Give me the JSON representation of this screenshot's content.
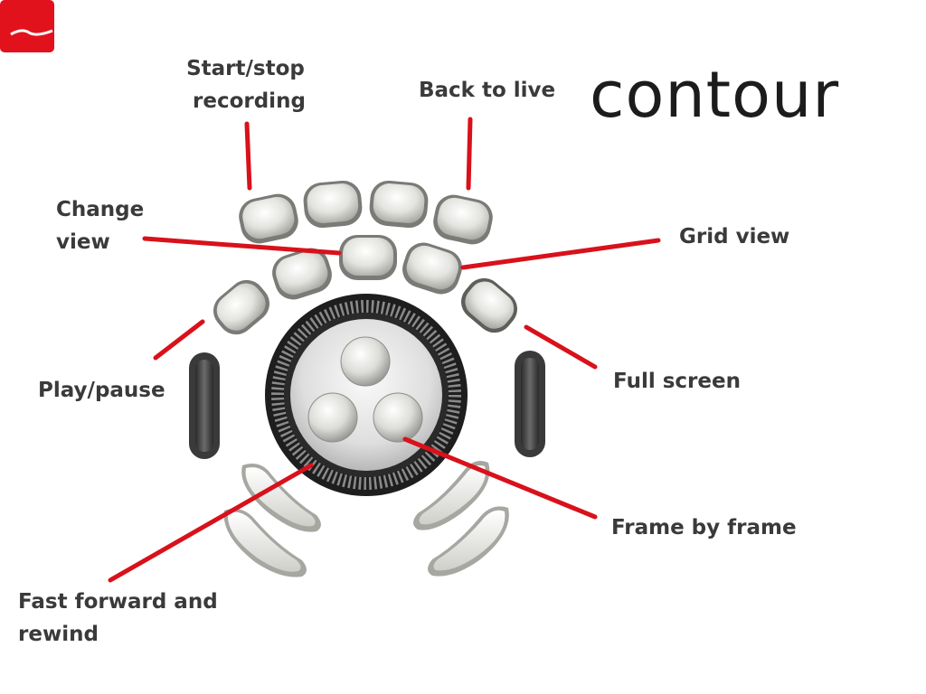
{
  "brand": {
    "name": "contour",
    "accent_color": "#e2121c",
    "mark_icon": "contour-logo-mark"
  },
  "labels": {
    "start_stop": [
      "Start/stop",
      "recording"
    ],
    "back_to_live": "Back to live",
    "change_view": [
      "Change",
      "view"
    ],
    "grid_view": "Grid view",
    "play_pause": "Play/pause",
    "full_screen": "Full screen",
    "frame_by_frame": "Frame by frame",
    "fast_forward": [
      "Fast forward and",
      "rewind"
    ]
  },
  "colors": {
    "callout_line": "#d8111b",
    "label_text": "#3a3a3a",
    "key_fill": "#dadad6",
    "dial_dark": "#1e1e1e"
  }
}
